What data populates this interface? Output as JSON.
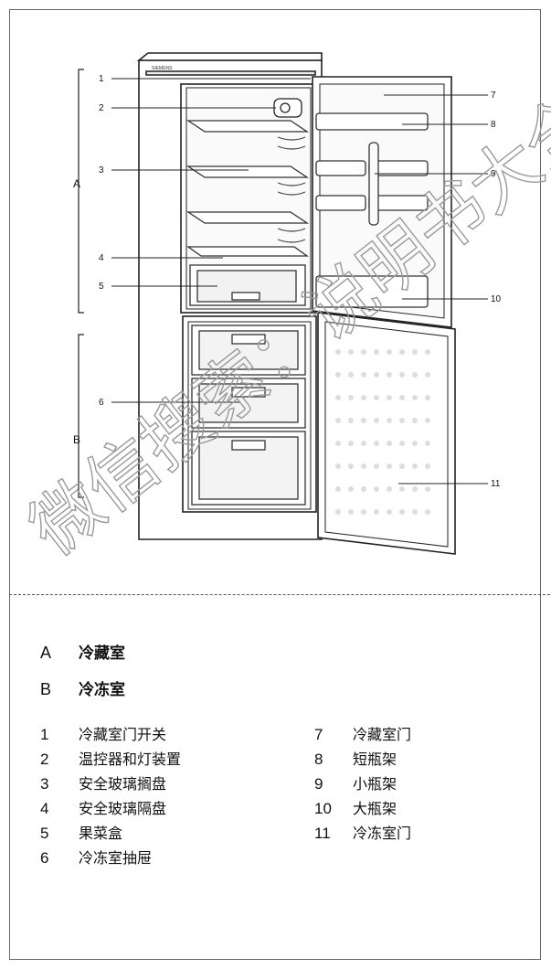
{
  "diagram": {
    "brand_text": "SIEMENS",
    "callout_numbers": [
      "1",
      "2",
      "3",
      "4",
      "5",
      "6",
      "7",
      "8",
      "9",
      "10",
      "11"
    ],
    "section_letters": [
      "A",
      "B"
    ]
  },
  "legend": {
    "sections": [
      {
        "letter": "A",
        "name": "冷藏室"
      },
      {
        "letter": "B",
        "name": "冷冻室"
      }
    ],
    "items_left": [
      {
        "num": "1",
        "label": "冷藏室门开关"
      },
      {
        "num": "2",
        "label": "温控器和灯装置"
      },
      {
        "num": "3",
        "label": "安全玻璃搁盘"
      },
      {
        "num": "4",
        "label": "安全玻璃隔盘"
      },
      {
        "num": "5",
        "label": "果菜盒"
      },
      {
        "num": "6",
        "label": "冷冻室抽屉"
      }
    ],
    "items_right": [
      {
        "num": "7",
        "label": "冷藏室门"
      },
      {
        "num": "8",
        "label": "短瓶架"
      },
      {
        "num": "9",
        "label": "小瓶架"
      },
      {
        "num": "10",
        "label": "大瓶架"
      },
      {
        "num": "11",
        "label": "冷冻室门"
      }
    ]
  },
  "watermark": {
    "text": "微信搜索：说明书大全"
  }
}
